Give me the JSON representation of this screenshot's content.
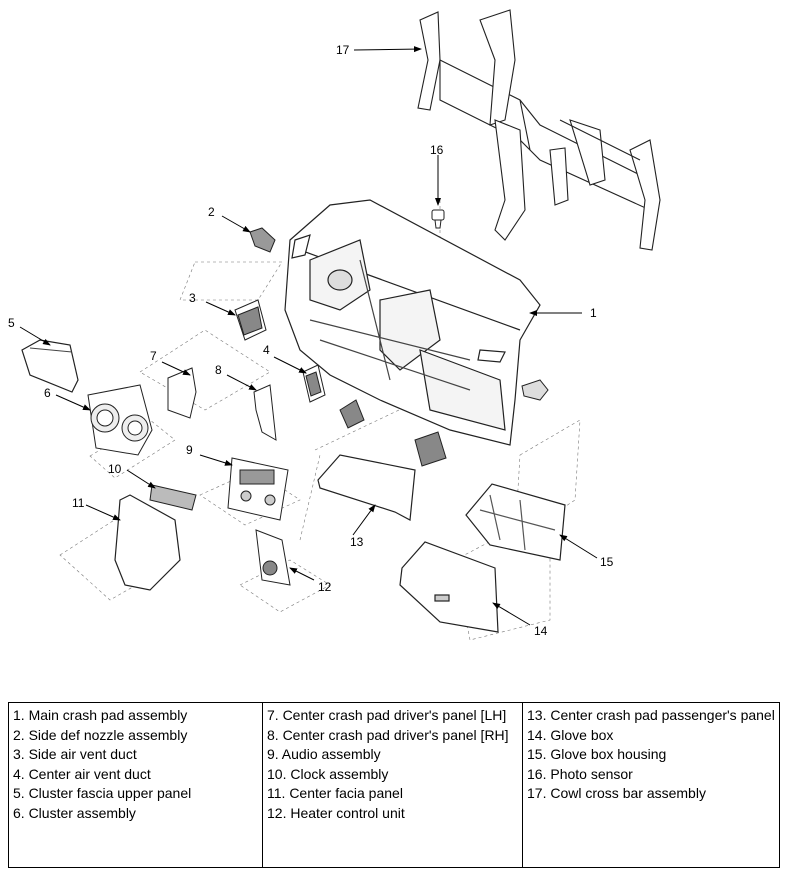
{
  "callouts": [
    "1",
    "2",
    "3",
    "4",
    "5",
    "6",
    "7",
    "8",
    "9",
    "10",
    "11",
    "12",
    "13",
    "14",
    "15",
    "16",
    "17"
  ],
  "legend": {
    "col1": [
      "1. Main crash pad assembly",
      "2. Side def nozzle assembly",
      "3. Side air vent duct",
      "4. Center air vent duct",
      "5. Cluster fascia upper panel",
      "6. Cluster assembly"
    ],
    "col2": [
      "7. Center crash pad driver's panel [LH]",
      "8. Center crash pad driver's panel [RH]",
      "9. Audio assembly",
      "10. Clock assembly",
      "11. Center facia panel",
      "12. Heater control unit"
    ],
    "col3": [
      "13. Center crash pad passenger's panel",
      "14. Glove box",
      "15. Glove box housing",
      "16. Photo sensor",
      "17. Cowl cross bar assembly"
    ]
  }
}
